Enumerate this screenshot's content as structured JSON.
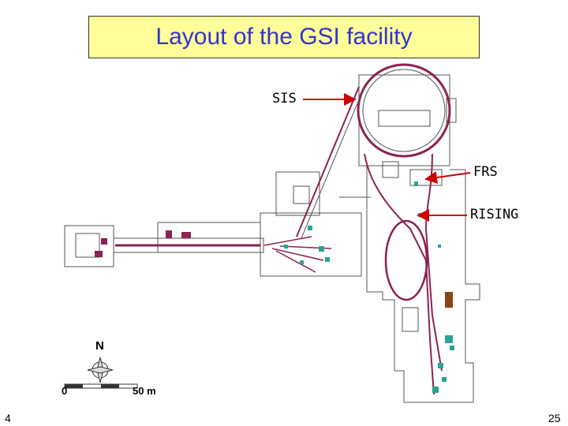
{
  "title": "Layout of the GSI facility",
  "labels": {
    "sis": "SIS",
    "frs": "FRS",
    "rising": "RISING"
  },
  "compass": {
    "north": "N"
  },
  "scale": {
    "start": "0",
    "end": "50 m"
  },
  "footer": {
    "left": "4",
    "right": "25"
  },
  "colors": {
    "title_text": "#3333cc",
    "title_bg": "#ffff99",
    "arrow": "#cc0000",
    "beamline": "#8b2252",
    "detector": "#2aa198"
  }
}
